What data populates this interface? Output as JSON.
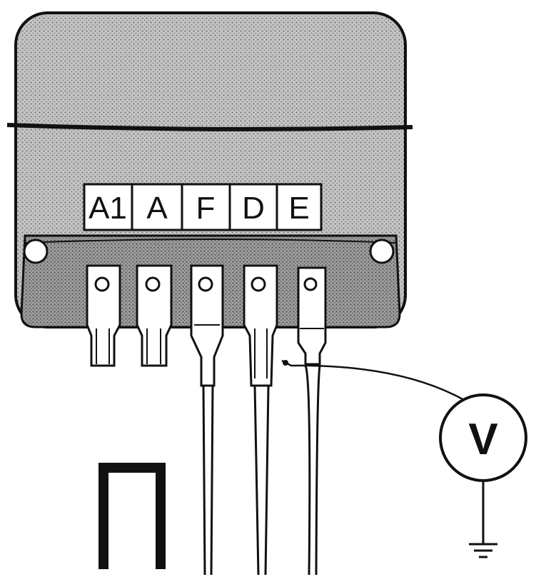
{
  "terminals": [
    {
      "id": "a1",
      "label": "A1"
    },
    {
      "id": "a",
      "label": "A"
    },
    {
      "id": "f",
      "label": "F"
    },
    {
      "id": "d",
      "label": "D"
    },
    {
      "id": "e",
      "label": "E"
    }
  ],
  "voltmeter": {
    "label": "V"
  },
  "colors": {
    "ink": "#111111",
    "housing": "#b8b8b8",
    "paper": "#ffffff"
  }
}
